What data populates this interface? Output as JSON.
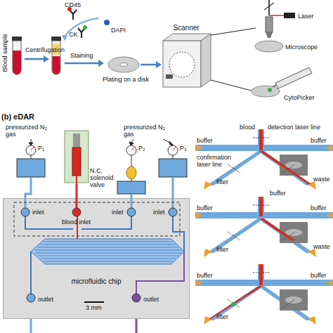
{
  "diagram": {
    "nodes": [
      {
        "text": [
          "Scanner"
        ]
      },
      {
        "text": [
          "microfluidic chip"
        ]
      }
    ],
    "labels": [
      "Blood sample",
      "Centrifugation",
      "CD45",
      "DAPI",
      "CK",
      "Staining",
      "Plating on a disk",
      "Laser",
      "Microscope",
      "CytoPicker",
      "(b) eDAR",
      "pressurized N₂ gas",
      "pressurized N₂ gas",
      "P₁",
      "P₂",
      "P₃",
      "N.C. solenoid valve",
      "inlet",
      "blood inlet",
      "inlet",
      "inlet",
      "3 mm",
      "outlet",
      "outlet",
      "blood",
      "detection laser line",
      "buffer",
      "buffer",
      "confirmation laser line",
      "filter",
      "waste",
      "buffer",
      "buffer",
      "buffer",
      "filter",
      "waste",
      "buffer",
      "buffer",
      "filter"
    ]
  }
}
